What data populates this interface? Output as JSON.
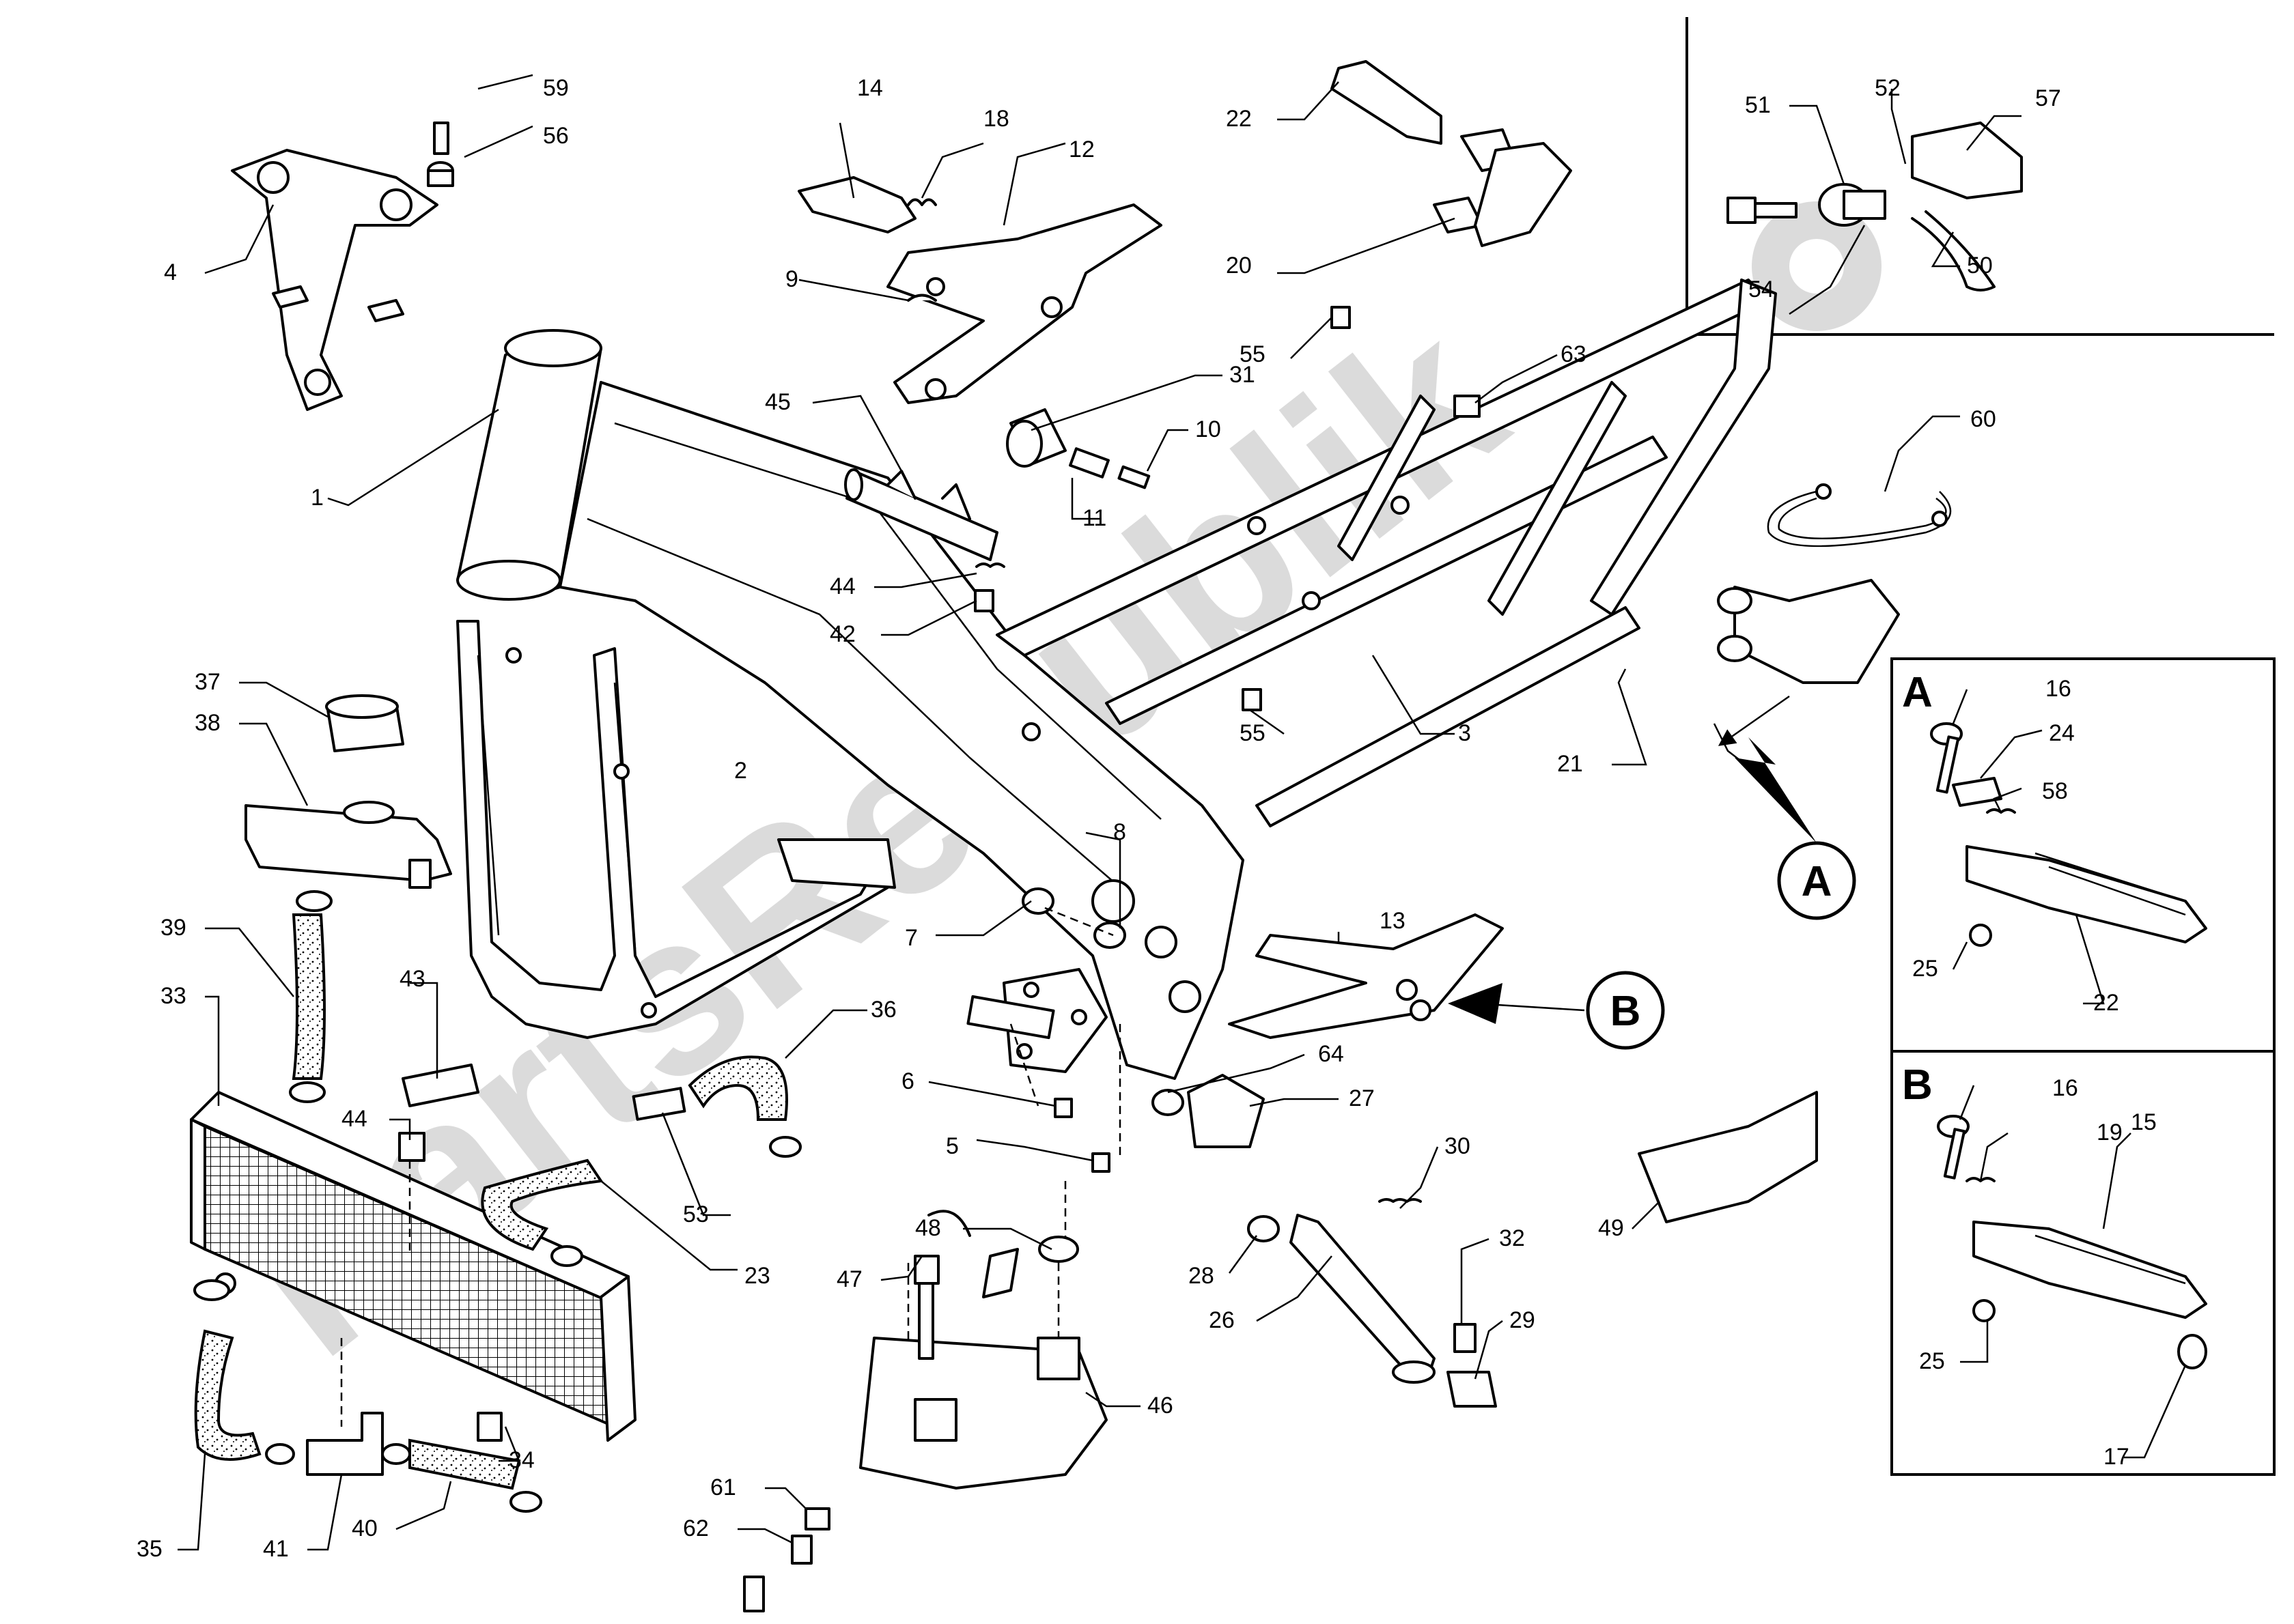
{
  "watermark": "PartsRepublik",
  "labels": {
    "l1": "1",
    "l2": "2",
    "l3": "3",
    "l4": "4",
    "l5": "5",
    "l6": "6",
    "l7": "7",
    "l8": "8",
    "l9": "9",
    "l10": "10",
    "l11": "11",
    "l12": "12",
    "l13": "13",
    "l14": "14",
    "l15": "15",
    "l16a": "16",
    "l16b": "16",
    "l17": "17",
    "l18": "18",
    "l19": "19",
    "l20": "20",
    "l21": "21",
    "l22a": "22",
    "l22b": "22",
    "l23": "23",
    "l24": "24",
    "l25a": "25",
    "l25b": "25",
    "l26": "26",
    "l27": "27",
    "l28": "28",
    "l29": "29",
    "l30": "30",
    "l31": "31",
    "l32": "32",
    "l33": "33",
    "l34": "34",
    "l35": "35",
    "l36": "36",
    "l37": "37",
    "l38": "38",
    "l39": "39",
    "l40": "40",
    "l41": "41",
    "l42": "42",
    "l43": "43",
    "l44a": "44",
    "l44b": "44",
    "l45": "45",
    "l46": "46",
    "l47": "47",
    "l48": "48",
    "l49": "49",
    "l50": "50",
    "l51": "51",
    "l52": "52",
    "l53": "53",
    "l54": "54",
    "l55a": "55",
    "l55b": "55",
    "l56": "56",
    "l57": "57",
    "l58": "58",
    "l59": "59",
    "l60": "60",
    "l61": "61",
    "l62": "62",
    "l63": "63",
    "l64": "64"
  },
  "callouts": {
    "a_circle": "A",
    "b_circle": "B",
    "a_box": "A",
    "b_box": "B"
  }
}
